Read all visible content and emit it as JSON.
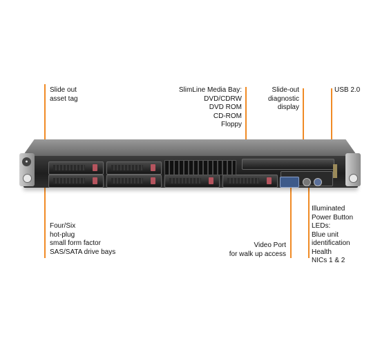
{
  "callouts": {
    "asset_tag": [
      "Slide out",
      "asset tag"
    ],
    "media_bay": [
      "SlimLine Media Bay:",
      "DVD/CDRW",
      "DVD ROM",
      "CD-ROM",
      "Floppy"
    ],
    "diagnostic_display": [
      "Slide-out",
      "diagnostic",
      "display"
    ],
    "usb": [
      "USB 2.0"
    ],
    "drive_bays": [
      "Four/Six",
      "hot-plug",
      "small form factor",
      "SAS/SATA drive bays"
    ],
    "video_port": [
      "Video Port",
      "for walk up access"
    ],
    "power_button": [
      "Illuminated",
      "Power Button",
      "LEDs:",
      "Blue unit",
      "identification",
      "Health",
      "NICs 1 & 2"
    ]
  },
  "colors": {
    "leader_line": "#f08a24",
    "drive_led": "#b5545e",
    "video_port": "#3d5a8a"
  }
}
